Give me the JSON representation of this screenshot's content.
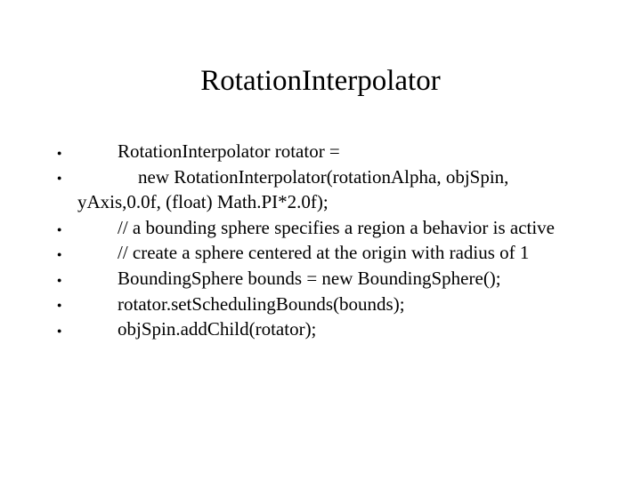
{
  "slide": {
    "title": "RotationInterpolator",
    "background_color": "#ffffff",
    "text_color": "#000000",
    "bullet_glyph": "bullet-dot",
    "bullets": [
      {
        "text": "RotationInterpolator rotator ="
      },
      {
        "text": "new RotationInterpolator(rotationAlpha, objSpin, yAxis,0.0f, (float) Math.PI*2.0f);"
      },
      {
        "text": "// a bounding sphere specifies a region a behavior is active"
      },
      {
        "text": "// create a sphere centered at the origin with radius of 1"
      },
      {
        "text": "BoundingSphere bounds = new BoundingSphere();"
      },
      {
        "text": "rotator.setSchedulingBounds(bounds);"
      },
      {
        "text": "objSpin.addChild(rotator);"
      }
    ]
  }
}
